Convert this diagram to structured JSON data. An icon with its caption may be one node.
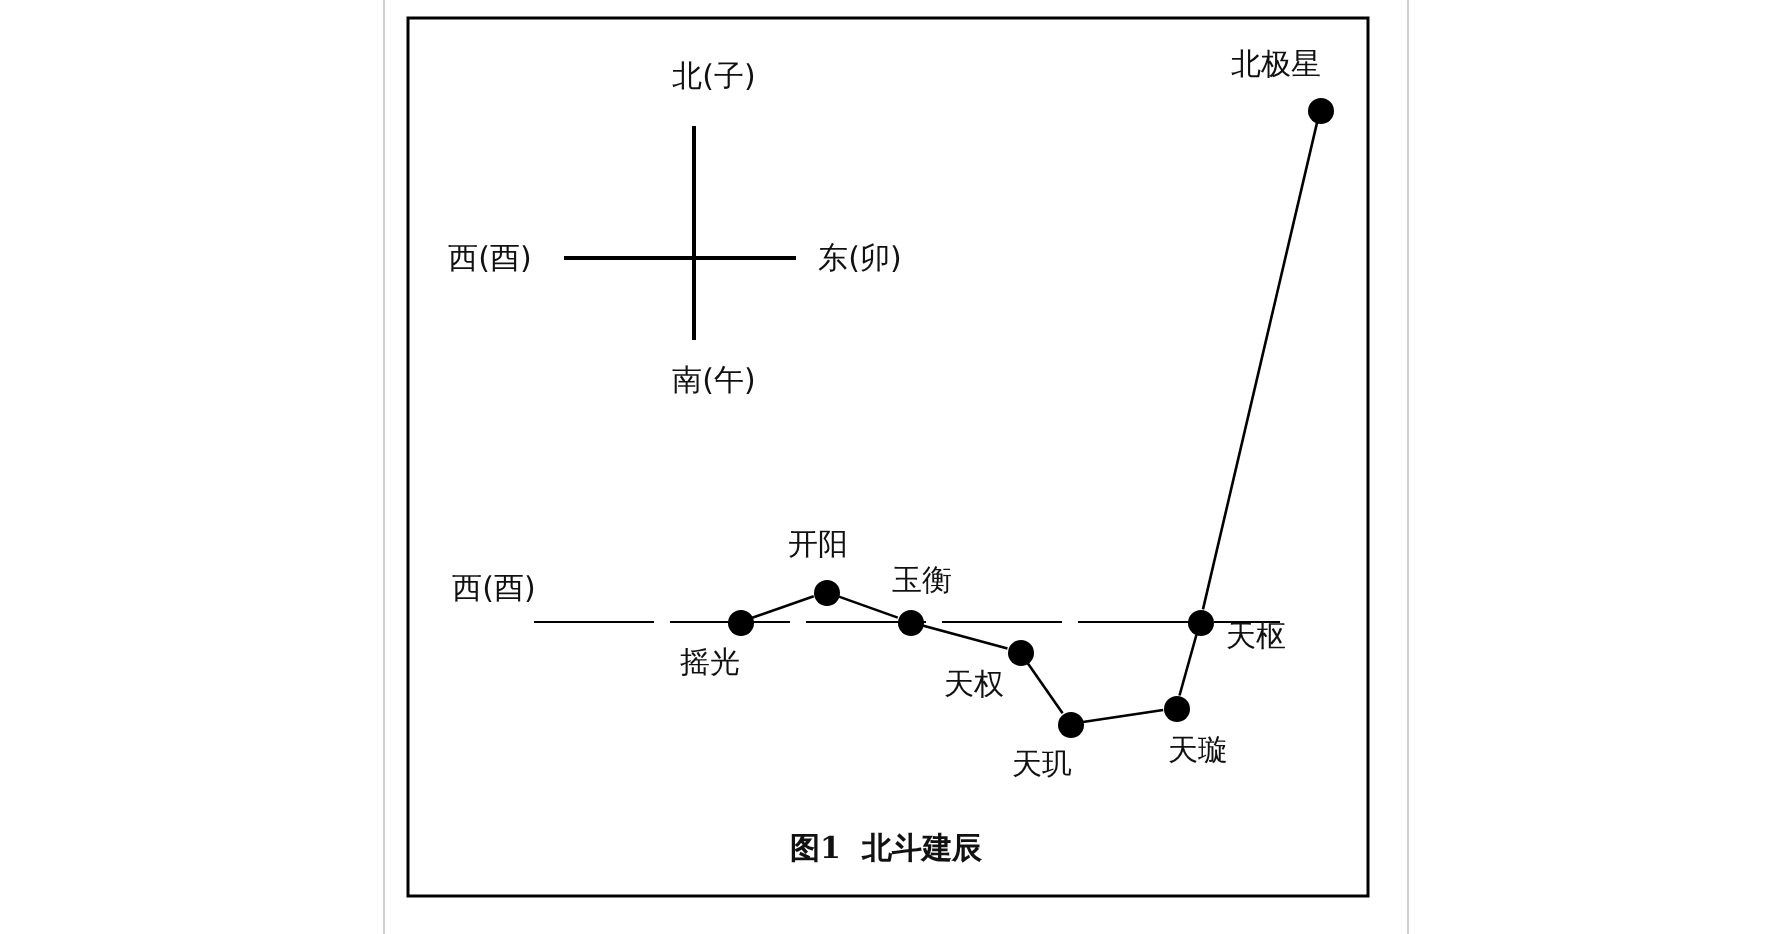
{
  "diagram": {
    "caption": "图1  北斗建辰",
    "nodes": [
      {
        "text": [],
        "shape": "circle",
        "beside": [
          "摇光"
        ]
      },
      {
        "text": [],
        "shape": "circle",
        "beside": [
          "开阳"
        ]
      },
      {
        "text": [],
        "shape": "circle",
        "beside": [
          "玉衡"
        ]
      },
      {
        "text": [],
        "shape": "circle",
        "beside": [
          "天权"
        ]
      },
      {
        "text": [],
        "shape": "circle",
        "beside": [
          "天玑"
        ]
      },
      {
        "text": [],
        "shape": "circle",
        "beside": [
          "天璇"
        ]
      },
      {
        "text": [],
        "shape": "circle",
        "beside": [
          "天枢"
        ]
      },
      {
        "text": [],
        "shape": "circle",
        "beside": [
          "北极星"
        ]
      }
    ],
    "edges": [
      {
        "from": 0,
        "to": 1,
        "arrow": "none"
      },
      {
        "from": 1,
        "to": 2,
        "arrow": "none"
      },
      {
        "from": 2,
        "to": 3,
        "arrow": "none"
      },
      {
        "from": 3,
        "to": 4,
        "arrow": "none"
      },
      {
        "from": 4,
        "to": 5,
        "arrow": "none"
      },
      {
        "from": 5,
        "to": 6,
        "arrow": "none"
      },
      {
        "from": 6,
        "to": 7,
        "arrow": "none"
      }
    ],
    "labels": [
      "北(子)",
      "西(酉)",
      "东(卯)",
      "南(午)",
      "西(酉)"
    ]
  }
}
